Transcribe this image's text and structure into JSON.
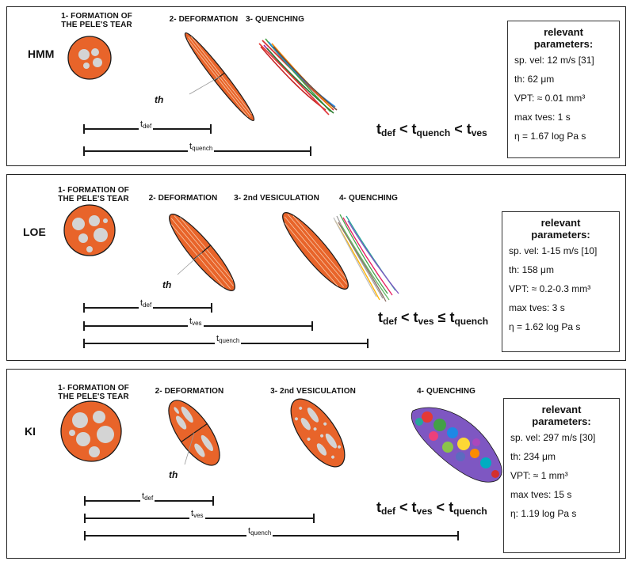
{
  "panels": [
    {
      "sample": "HMM",
      "stages": [
        "1- FORMATION OF\nTHE PELE'S TEAR",
        "2- DEFORMATION",
        "3- QUENCHING"
      ],
      "th_label": "th",
      "timelines": [
        "def",
        "quench"
      ],
      "relation": [
        [
          "def",
          " < "
        ],
        [
          "quench",
          " < "
        ],
        [
          "ves",
          ""
        ]
      ],
      "params_title": "relevant\nparameters:",
      "params": [
        "sp. vel: 12  m/s [31]",
        "th: 62 μm",
        "VPT: ≈ 0.01 mm³",
        "max tves: 1 s",
        "η = 1.67 log Pa s"
      ]
    },
    {
      "sample": "LOE",
      "stages": [
        "1- FORMATION OF\nTHE PELE'S TEAR",
        "2- DEFORMATION",
        "3- 2nd VESICULATION",
        "4- QUENCHING"
      ],
      "th_label": "th",
      "timelines": [
        "def",
        "ves",
        "quench"
      ],
      "relation": [
        [
          "def",
          " < "
        ],
        [
          "ves",
          " ≤ "
        ],
        [
          "quench",
          ""
        ]
      ],
      "params_title": "relevant\nparameters:",
      "params": [
        "sp. vel: 1-15 m/s [10]",
        "th: 158 μm",
        "VPT: ≈ 0.2-0.3 mm³",
        "max tves: 3 s",
        "η = 1.62 log Pa s"
      ]
    },
    {
      "sample": "KI",
      "stages": [
        "1- FORMATION OF\nTHE PELE'S TEAR",
        "2- DEFORMATION",
        "3- 2nd VESICULATION",
        "4- QUENCHING"
      ],
      "th_label": "th",
      "timelines": [
        "def",
        "ves",
        "quench"
      ],
      "relation": [
        [
          "def",
          " < "
        ],
        [
          "ves",
          " < "
        ],
        [
          "quench",
          ""
        ]
      ],
      "params_title": "relevant\nparameters:",
      "params": [
        "sp. vel: 297 m/s [30]",
        "th: 234 μm",
        "VPT: ≈ 1 mm³",
        "max tves: 15 s",
        "η: 1.19 log Pa s"
      ]
    }
  ],
  "colors": {
    "melt": "#e8642a",
    "melt_light": "#f08a50",
    "vesicle": "#d4d4d4",
    "outline": "#1a1a1a"
  },
  "t_symbol": "t"
}
